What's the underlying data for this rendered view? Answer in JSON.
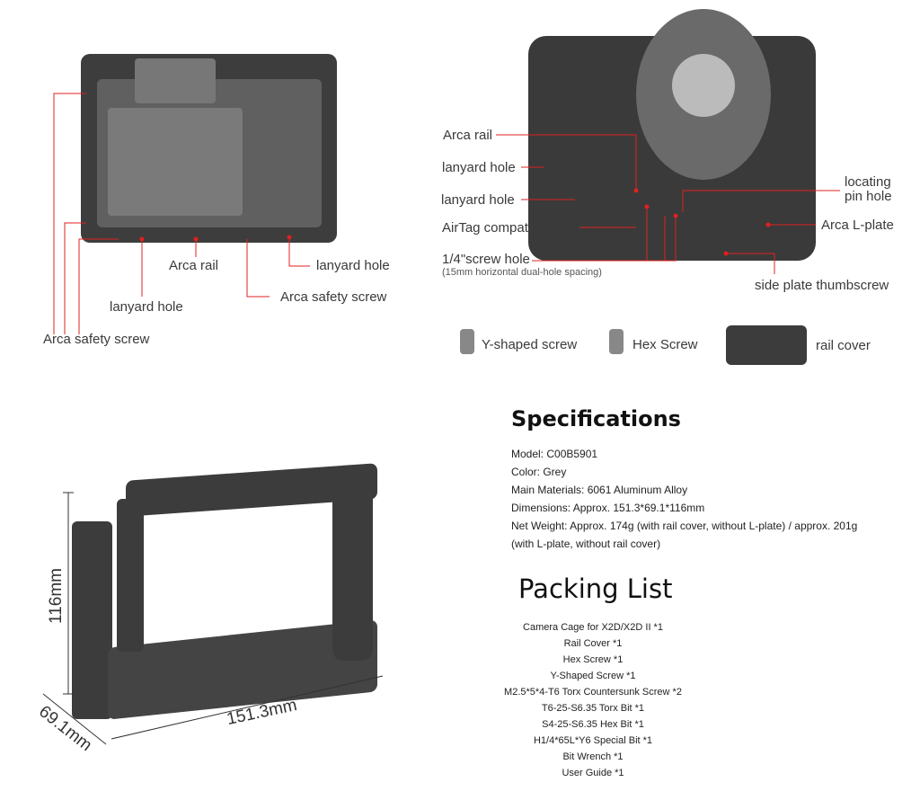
{
  "back_view": {
    "labels": {
      "arca_rail": "Arca rail",
      "lanyard_hole_right": "lanyard hole",
      "lanyard_hole_left": "lanyard hole",
      "arca_safety_screw_right": "Arca safety screw",
      "arca_safety_screw_left": "Arca safety screw"
    }
  },
  "front_view": {
    "labels": {
      "arca_rail": "Arca rail",
      "lanyard_hole_1": "lanyard hole",
      "lanyard_hole_2": "lanyard hole",
      "airtag_slot": "AirTag compatible slot",
      "screw_hole": "1/4\"screw hole",
      "screw_hole_note": "(15mm horizontal dual-hole spacing)",
      "locating_pin_1": "locating",
      "locating_pin_2": "pin hole",
      "arca_l_plate": "Arca L-plate",
      "side_thumbscrew": "side plate thumbscrew"
    }
  },
  "accessories": {
    "y_screw": "Y-shaped screw",
    "hex_screw": "Hex Screw",
    "rail_cover": "rail cover"
  },
  "dimensions": {
    "height": "116mm",
    "depth": "69.1mm",
    "width": "151.3mm"
  },
  "specifications": {
    "title": "Specifications",
    "lines": [
      "Model: C00B5901",
      "Color: Grey",
      "Main Materials: 6061 Aluminum Alloy",
      "Dimensions: Approx. 151.3*69.1*116mm",
      "Net Weight: Approx. 174g (with rail cover, without L-plate) / approx. 201g",
      "(with L-plate, without rail cover)"
    ]
  },
  "packing_list": {
    "title": "Packing List",
    "items": [
      "Camera Cage for X2D/X2D II *1",
      "Rail Cover *1",
      "Hex Screw *1",
      "Y-Shaped Screw *1",
      "M2.5*5*4-T6 Torx Countersunk Screw *2",
      "T6-25-S6.35 Torx Bit *1",
      "S4-25-S6.35 Hex Bit *1",
      "H1/4*65L*Y6 Special Bit *1",
      "Bit Wrench *1",
      "User Guide *1"
    ]
  },
  "colors": {
    "leader": "#e02020",
    "cage": "#3c3c3c",
    "camera": "#6a6a6a"
  }
}
